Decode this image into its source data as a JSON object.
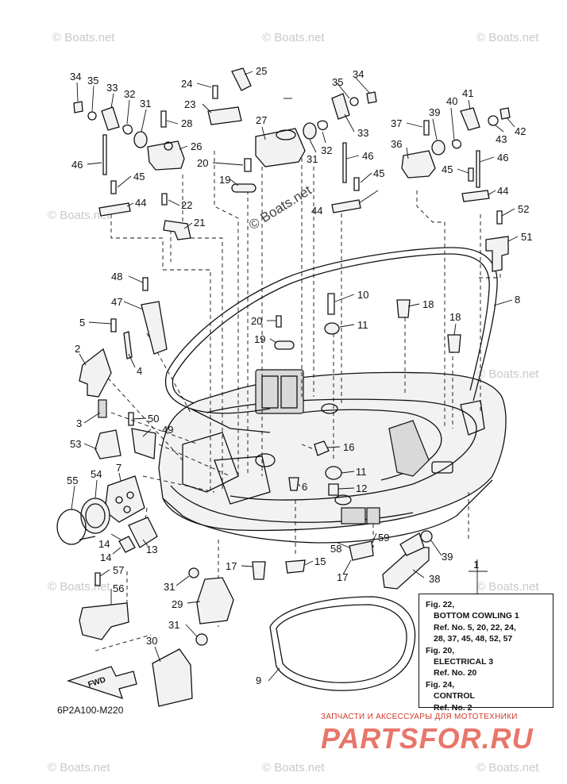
{
  "watermark": "© Boats.net",
  "diagram_code": "6P2A100-M220",
  "fwd_label": "FWD",
  "note": {
    "lines": [
      {
        "text": "Fig. 22,",
        "indent": false
      },
      {
        "text": "BOTTOM COWLING 1",
        "indent": true
      },
      {
        "text": "Ref. No. 5, 20, 22, 24,",
        "indent": true
      },
      {
        "text": "28, 37, 45, 48, 52, 57",
        "indent": true
      },
      {
        "text": "Fig. 20,",
        "indent": false
      },
      {
        "text": "ELECTRICAL 3",
        "indent": true
      },
      {
        "text": "Ref. No. 20",
        "indent": true
      },
      {
        "text": "Fig. 24,",
        "indent": false
      },
      {
        "text": "CONTROL",
        "indent": true
      },
      {
        "text": "Ref. No. 2",
        "indent": true
      }
    ]
  },
  "branding": {
    "tagline": "ЗАПЧАСТИ И АКСЕССУАРЫ ДЛЯ МОТОТЕХНИКИ",
    "name": "PARTSFOR.RU"
  },
  "callouts": [
    "34",
    "35",
    "33",
    "32",
    "31",
    "28",
    "26",
    "24",
    "23",
    "25",
    "27",
    "20",
    "19",
    "46",
    "45",
    "44",
    "22",
    "21",
    "35",
    "34",
    "33",
    "32",
    "31",
    "46",
    "45",
    "44",
    "37",
    "36",
    "39",
    "40",
    "41",
    "43",
    "42",
    "46",
    "45",
    "44",
    "52",
    "51",
    "8",
    "10",
    "11",
    "18",
    "18",
    "20",
    "19",
    "48",
    "47",
    "5",
    "4",
    "2",
    "3",
    "50",
    "49",
    "53",
    "7",
    "54",
    "55",
    "14",
    "14",
    "13",
    "16",
    "11",
    "6",
    "12",
    "58",
    "59",
    "39",
    "38",
    "1",
    "17",
    "15",
    "17",
    "57",
    "56",
    "31",
    "29",
    "31",
    "30",
    "9"
  ]
}
